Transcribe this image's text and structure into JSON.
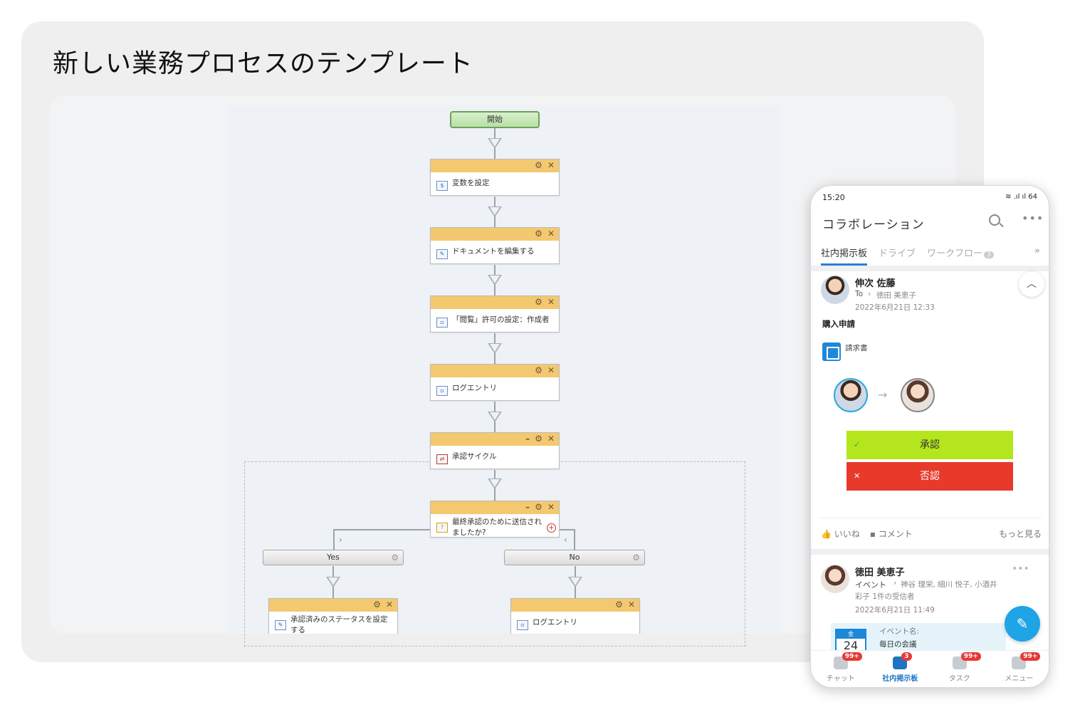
{
  "panel": {
    "title": "新しい業務プロセスのテンプレート"
  },
  "flow": {
    "start": "開始",
    "steps": [
      {
        "label": "変数を設定",
        "icon": "variable-icon"
      },
      {
        "label": "ドキュメントを編集する",
        "icon": "edit-document-icon"
      },
      {
        "label": "「閲覧」許可の設定：作成者",
        "icon": "permission-icon"
      },
      {
        "label": "ログエントリ",
        "icon": "log-icon"
      },
      {
        "label": "承認サイクル",
        "icon": "approval-cycle-icon"
      },
      {
        "label": "最終承認のために送信されましたか?",
        "icon": "condition-icon"
      }
    ],
    "branches": {
      "yes": "Yes",
      "no": "No"
    },
    "yes_step": "承認済みのステータスを設定する",
    "no_step": "ログエントリ"
  },
  "phone": {
    "time": "15:20",
    "status_right": "≋ .ıl ıl 64",
    "app_title": "コラボレーション",
    "tabs": [
      {
        "label": "社内掲示板"
      },
      {
        "label": "ドライブ"
      },
      {
        "label": "ワークフロー",
        "badge": "3"
      }
    ],
    "post1": {
      "author": "伸次 佐藤",
      "to_label": "To",
      "to_value": "徳田 美恵子",
      "date": "2022年6月21日 12:33",
      "subject": "購入申請",
      "doc_label": "請求書",
      "approve_label": "承認",
      "reject_label": "否認",
      "like_label": "いいね",
      "comment_label": "コメント",
      "more_label": "もっと見る"
    },
    "post2": {
      "author": "徳田 美恵子",
      "type": "イベント",
      "recipients": "神谷 理栄, 細川 悦子, 小酒井 彩子 1件の受信者",
      "date": "2022年6月21日 11:49",
      "cal_day": "金",
      "cal_date": "24",
      "event_label": "イベント名:",
      "event_name": "毎日の会議"
    },
    "nav": [
      {
        "label": "チャット",
        "badge": "99+"
      },
      {
        "label": "社内掲示板",
        "badge": "3"
      },
      {
        "label": "タスク",
        "badge": "99+"
      },
      {
        "label": "メニュー",
        "badge": "99+"
      }
    ]
  }
}
